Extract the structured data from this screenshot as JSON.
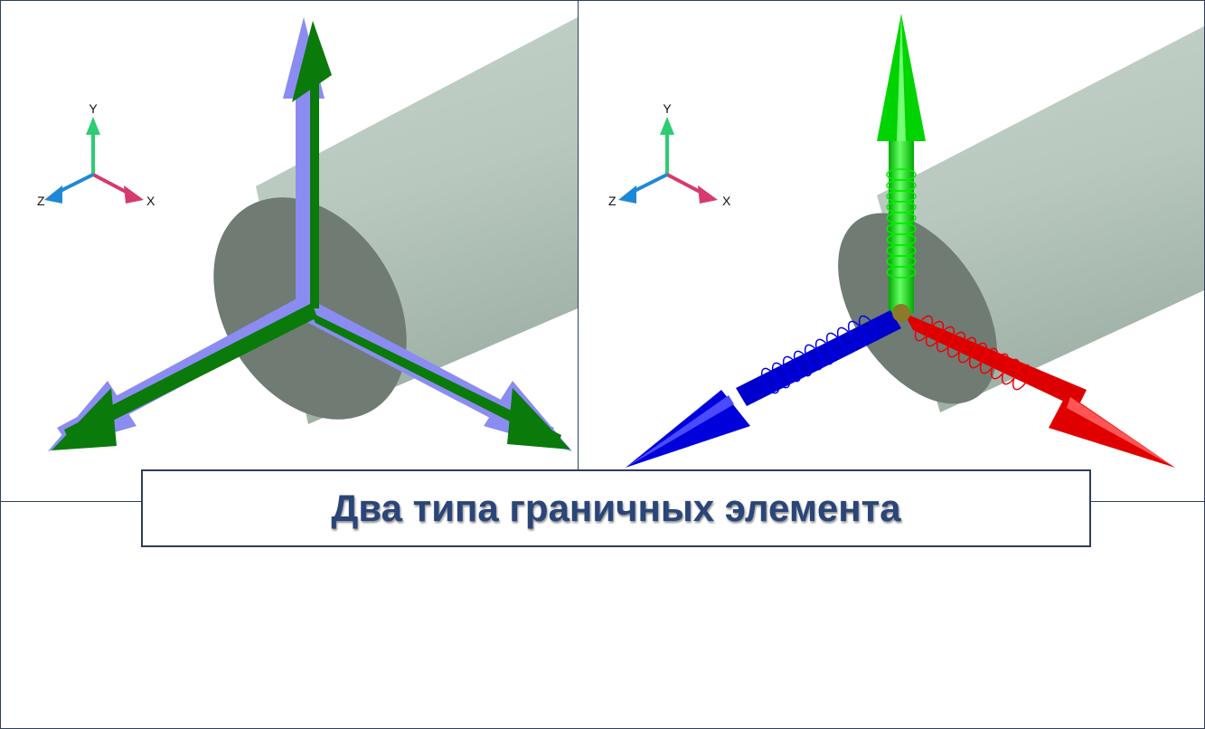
{
  "caption": {
    "title": "Два типа граничных элемента"
  },
  "left_panel": {
    "triad_labels": {
      "y": "Y",
      "x": "X",
      "z": "Z"
    },
    "colors": {
      "outer_arrow": "#8b8cf2",
      "inner_arrow": "#0a7a0a",
      "cylinder_face": "#6e7a72",
      "cylinder_body": "#b5c6bc"
    }
  },
  "right_panel": {
    "triad_labels": {
      "y": "Y",
      "x": "X",
      "z": "Z"
    },
    "colors": {
      "y_arrow": "#00dd00",
      "x_arrow": "#e60000",
      "z_arrow": "#0000dd",
      "cylinder_face": "#6e7a72",
      "cylinder_body": "#b5c6bc"
    }
  },
  "triad_colors": {
    "y": "#2ecc71",
    "x": "#d63a6e",
    "z": "#1e88d8"
  },
  "frame_color": "#2e3f5c"
}
